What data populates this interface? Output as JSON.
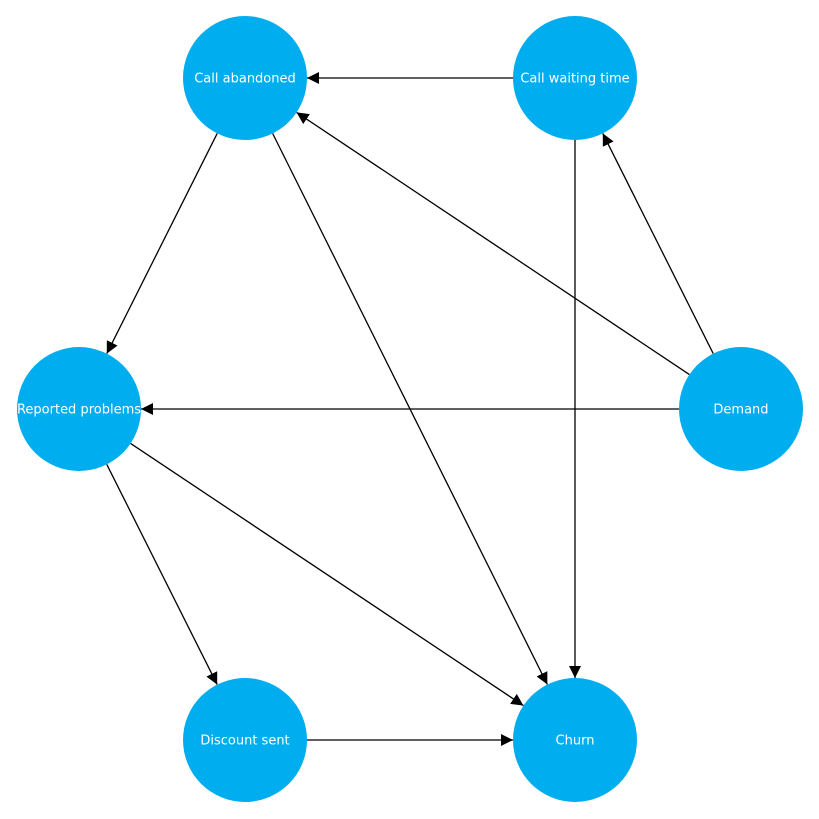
{
  "colors": {
    "node_fill": "#00adee",
    "edge": "#000000",
    "label": "#ffffff"
  },
  "nodes": [
    {
      "id": "call_abandoned",
      "label": "Call abandoned"
    },
    {
      "id": "call_waiting_time",
      "label": "Call waiting time"
    },
    {
      "id": "reported_problems",
      "label": "Reported problems"
    },
    {
      "id": "demand",
      "label": "Demand"
    },
    {
      "id": "discount_sent",
      "label": "Discount sent"
    },
    {
      "id": "churn",
      "label": "Churn"
    }
  ],
  "edges": [
    {
      "from": "call_waiting_time",
      "to": "call_abandoned"
    },
    {
      "from": "call_abandoned",
      "to": "reported_problems"
    },
    {
      "from": "call_abandoned",
      "to": "churn"
    },
    {
      "from": "call_waiting_time",
      "to": "churn"
    },
    {
      "from": "demand",
      "to": "call_abandoned"
    },
    {
      "from": "demand",
      "to": "call_waiting_time"
    },
    {
      "from": "demand",
      "to": "reported_problems"
    },
    {
      "from": "reported_problems",
      "to": "discount_sent"
    },
    {
      "from": "reported_problems",
      "to": "churn"
    },
    {
      "from": "discount_sent",
      "to": "churn"
    }
  ]
}
